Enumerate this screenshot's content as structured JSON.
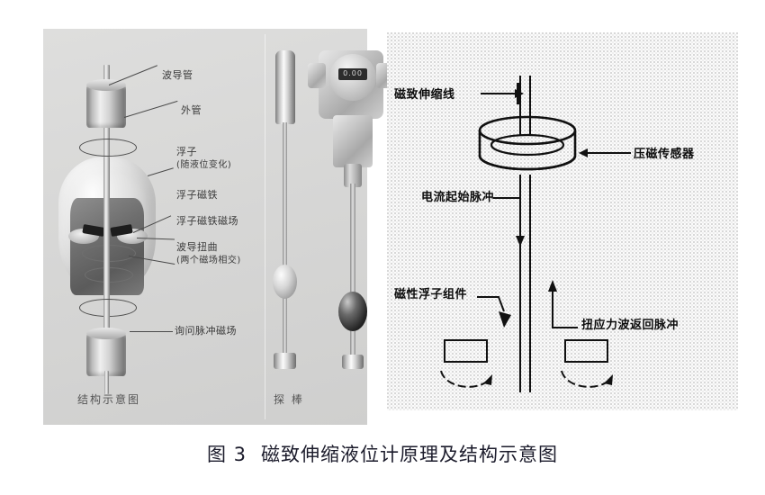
{
  "figure": {
    "caption_number": "图 3",
    "caption_text": "磁致伸缩液位计原理及结构示意图"
  },
  "left_panel": {
    "caption_structure": "结构示意图",
    "caption_probe": "探 棒",
    "labels": [
      {
        "id": "waveguide-tube",
        "text": "波导管"
      },
      {
        "id": "outer-tube",
        "text": "外管"
      },
      {
        "id": "float",
        "text": "浮子"
      },
      {
        "id": "float-sub",
        "text": "(随液位变化)"
      },
      {
        "id": "float-magnet",
        "text": "浮子磁铁"
      },
      {
        "id": "float-magnet-field",
        "text": "浮子磁铁磁场"
      },
      {
        "id": "waveguide-twist",
        "text": "波导扭曲"
      },
      {
        "id": "waveguide-twist-sub",
        "text": "(两个磁场相交)"
      },
      {
        "id": "interrogation-pulse-field",
        "text": "询问脉冲磁场"
      }
    ],
    "transmitter_display": "0.00"
  },
  "right_panel": {
    "labels": [
      {
        "id": "magnetostrictive-wire",
        "text": "磁致伸缩线"
      },
      {
        "id": "piezomagnetic-sensor",
        "text": "压磁传感器"
      },
      {
        "id": "current-start-pulse",
        "text": "电流起始脉冲"
      },
      {
        "id": "magnetic-float-assembly",
        "text": "磁性浮子组件"
      },
      {
        "id": "torsional-wave-return-pulse",
        "text": "扭应力波返回脉冲"
      }
    ]
  },
  "colors": {
    "left_panel_bg": "#d7d7d6",
    "right_panel_bg": "#fbfbfb",
    "line_art": "#111111",
    "caption_text": "#1b1b2b",
    "label_text_left": "#3a3a3a"
  }
}
